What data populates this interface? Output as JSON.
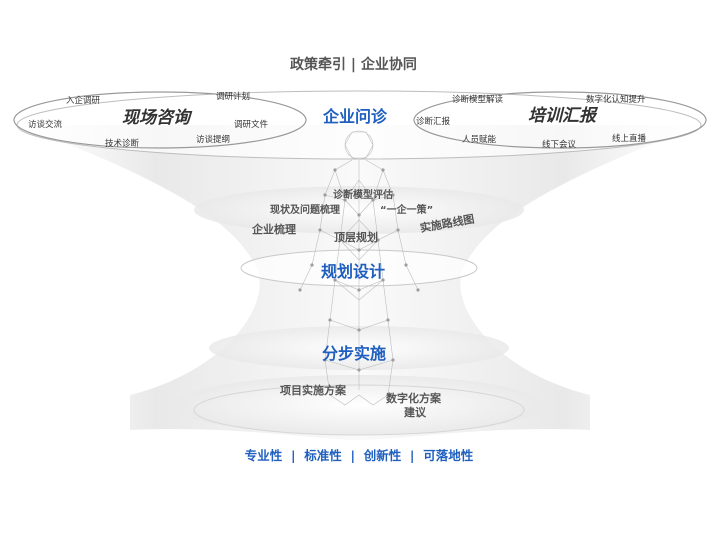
{
  "header": {
    "title": "政策牵引 | 企业协同"
  },
  "stages": {
    "diagnosis": "企业问诊",
    "planning": "规划设计",
    "implementation": "分步实施"
  },
  "left_group": {
    "title": "现场咨询",
    "items": [
      "入企调研",
      "调研计划",
      "访谈交流",
      "调研文件",
      "技术诊断",
      "访谈提纲"
    ]
  },
  "right_group": {
    "title": "培训汇报",
    "items": [
      "诊断模型解读",
      "数字化认知提升",
      "诊断汇报",
      "人员赋能",
      "线下会议",
      "线上直播"
    ]
  },
  "planning_items": [
    "诊断模型评估",
    "现状及问题梳理",
    "“一企一策”",
    "企业梳理",
    "顶层规划",
    "实施路线图"
  ],
  "implementation_items": [
    "项目实施方案",
    "数字化方案",
    "建议"
  ],
  "footer": {
    "values": "专业性  |  标准性  |  创新性  |  可落地性"
  },
  "colors": {
    "accent": "#1f5fbf",
    "text": "#333333",
    "muted": "#555555"
  }
}
